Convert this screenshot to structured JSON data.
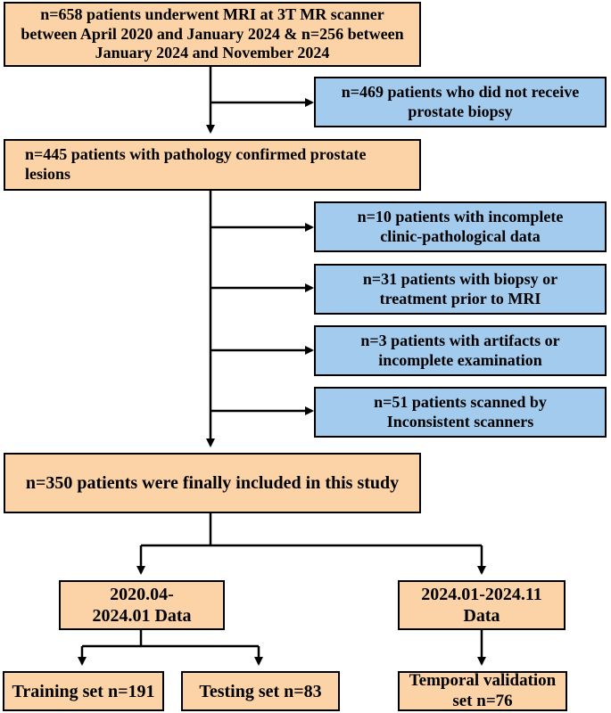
{
  "boxes": {
    "mri_scanned": "n=658 patients underwent MRI at 3T MR scanner between April 2020 and January 2024 & n=256 between January 2024 and November 2024",
    "no_biopsy": "n=469 patients who did not receive prostate biopsy",
    "pathology_confirmed": "n=445 patients with pathology confirmed prostate lesions",
    "incomplete_data": "n=10 patients with incomplete clinic-pathological data",
    "prior_treatment": "n=31 patients with biopsy or treatment prior to MRI",
    "artifacts": "n=3 patients with artifacts or incomplete examination",
    "inconsistent_scanners": "n=51 patients scanned by Inconsistent scanners",
    "final_included": "n=350 patients were finally included in this study",
    "cohort_2020": "2020.04-2024.01 Data",
    "cohort_2024": "2024.01-2024.11 Data",
    "training_set": "Training set n=191",
    "testing_set": "Testing set n=83",
    "temporal_validation": "Temporal validation set n=76"
  },
  "colors": {
    "inclusion_fill": "#fbd3a7",
    "exclusion_fill": "#a2cbee",
    "border": "#000000"
  }
}
